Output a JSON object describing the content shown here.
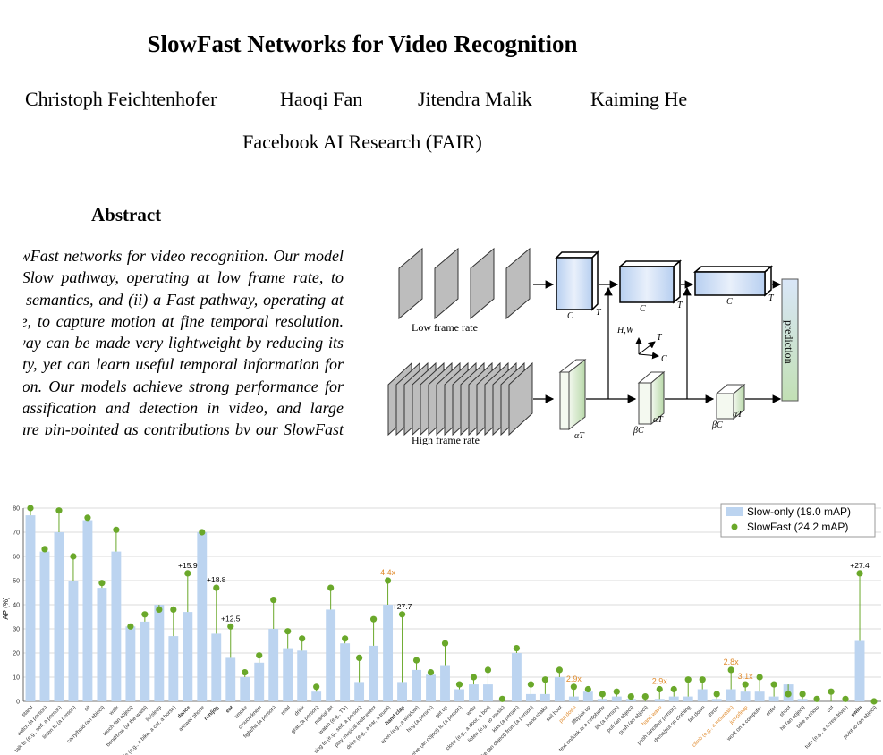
{
  "paper": {
    "title": "SlowFast Networks for Video Recognition",
    "authors": [
      "Christoph Feichtenhofer",
      "Haoqi Fan",
      "Jitendra Malik",
      "Kaiming He"
    ],
    "affiliation": "Facebook AI Research (FAIR)",
    "abstract_heading": "Abstract",
    "abstract_text": "We present SlowFast networks for video recognition. Our model involves (i) a Slow pathway, operating at low frame rate, to capture spatial semantics, and (ii) a Fast pathway, operating at high frame rate, to capture motion at fine temporal resolution. The Fast pathway can be made very lightweight by reducing its channel capacity, yet can learn useful temporal information for video recognition. Our models achieve strong performance for both action classification and detection in video, and large improvements are pin-pointed as contributions by our SlowFast concept."
  },
  "figure": {
    "low_rate_label": "Low frame rate",
    "high_rate_label": "High frame rate",
    "prediction_label": "prediction",
    "C": "C",
    "T": "T",
    "HW": "H,W",
    "aT": "αT",
    "bC": "βC"
  },
  "colors": {
    "slow_bar": "#bcd4f0",
    "fast_dot": "#6aa82a",
    "highlight": "#e08a2c",
    "stem": "#6aa82a"
  },
  "chart_data": {
    "type": "bar",
    "ylabel": "AP (%)",
    "ylim": [
      0,
      80
    ],
    "yticks": [
      0,
      10,
      20,
      30,
      40,
      50,
      60,
      70,
      80
    ],
    "grid": true,
    "legend_position": "top-right",
    "categories": [
      "stand",
      "watch (a person)",
      "talk to (e.g., self, a person)",
      "listen to (a person)",
      "sit",
      "carry/hold (an object)",
      "walk",
      "touch (an object)",
      "bend/bow (at the waist)",
      "lie/sleep",
      "ride (e.g., a bike, a car, a horse)",
      "dance",
      "answer phone",
      "run/jog",
      "eat",
      "smoke",
      "crouch/kneel",
      "fight/hit (a person)",
      "read",
      "drink",
      "grab (a person)",
      "martial art",
      "watch (e.g., TV)",
      "sing to (e.g., self, a person)",
      "play musical instrument",
      "drive (e.g., a car, a truck)",
      "hand clap",
      "open (e.g., a window)",
      "hug (a person)",
      "get up",
      "give/serve (an object) to (a person)",
      "write",
      "close (e.g., a door, a box)",
      "listen (e.g., to music)",
      "kiss (a person)",
      "take (an object) from (a person)",
      "hand shake",
      "sail boat",
      "put down",
      "lift/pick up",
      "text on/look at a cellphone",
      "lift (a person)",
      "pull (an object)",
      "push (an object)",
      "hand wave",
      "push (another person)",
      "dress/put on clothing",
      "fall down",
      "throw",
      "climb (e.g., a mountain)",
      "jump/leap",
      "work on a computer",
      "enter",
      "shoot",
      "hit (an object)",
      "take a photo",
      "cut",
      "turn (e.g., a screwdriver)",
      "swim",
      "point to (an object)"
    ],
    "highlight_categories": {
      "bold": [
        "dance",
        "run/jog",
        "eat",
        "hand clap",
        "swim"
      ],
      "orange": [
        "put down",
        "hand wave",
        "climb (e.g., a mountain)",
        "jump/leap"
      ]
    },
    "series": [
      {
        "name": "Slow-only (19.0 mAP)",
        "values": [
          77,
          62,
          70,
          50,
          75,
          47,
          62,
          31,
          33,
          40,
          27,
          37,
          70,
          28,
          18,
          10,
          16,
          30,
          22,
          21,
          4,
          38,
          24,
          8,
          23,
          40,
          8,
          13,
          11,
          15,
          5,
          7,
          7,
          0,
          20,
          3,
          3,
          10,
          2,
          4,
          1,
          2,
          1,
          0,
          1,
          2,
          2,
          5,
          1,
          5,
          4,
          4,
          2,
          7,
          1,
          0,
          0,
          0,
          25,
          0
        ]
      },
      {
        "name": "SlowFast (24.2 mAP)",
        "values": [
          80,
          63,
          79,
          60,
          76,
          49,
          71,
          31,
          36,
          38,
          38,
          53,
          70,
          47,
          31,
          12,
          19,
          42,
          29,
          26,
          6,
          47,
          26,
          18,
          34,
          50,
          36,
          17,
          12,
          24,
          7,
          10,
          13,
          1,
          22,
          7,
          9,
          13,
          6,
          5,
          3,
          4,
          2,
          2,
          5,
          5,
          9,
          9,
          3,
          13,
          7,
          10,
          7,
          3,
          3,
          1,
          4,
          1,
          53,
          0
        ]
      }
    ],
    "annotations": [
      {
        "category": "dance",
        "text": "+15.9"
      },
      {
        "category": "run/jog",
        "text": "+18.8"
      },
      {
        "category": "eat",
        "text": "+12.5"
      },
      {
        "category": "hand clap",
        "text": "+27.7"
      },
      {
        "category": "drive (e.g., a car, a truck)",
        "text": "4.4x"
      },
      {
        "category": "put down",
        "text": "2.9x"
      },
      {
        "category": "hand wave",
        "text": "2.9x"
      },
      {
        "category": "climb (e.g., a mountain)",
        "text": "2.8x"
      },
      {
        "category": "jump/leap",
        "text": "3.1x"
      },
      {
        "category": "swim",
        "text": "+27.4"
      }
    ]
  }
}
